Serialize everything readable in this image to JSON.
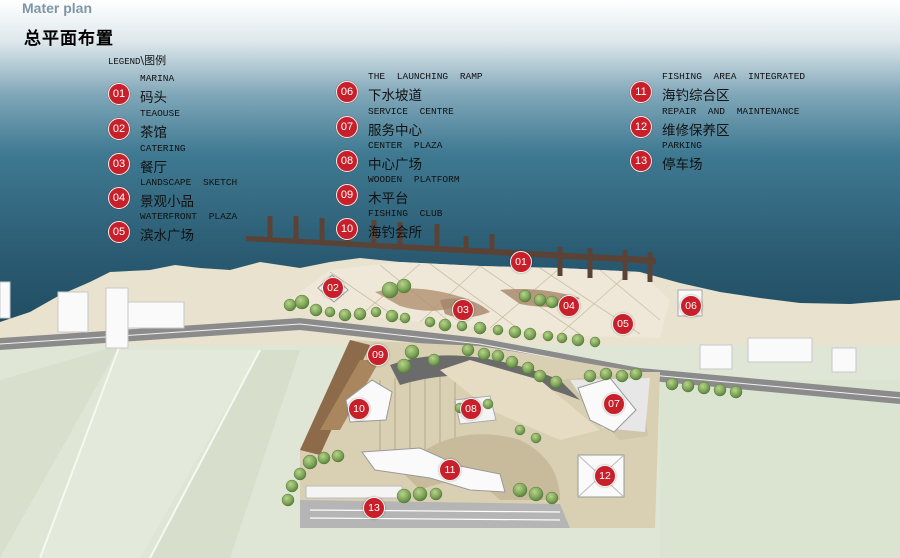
{
  "title_en": "Mater plan",
  "title_cn": "总平面布置",
  "legend_heading_en": "LEGEND",
  "legend_heading_sep": "\\",
  "legend_heading_cn": "图例",
  "legend": [
    {
      "num": "01",
      "en": "MARINA",
      "cn": "码头"
    },
    {
      "num": "02",
      "en": "TEAOUSE",
      "cn": "茶馆"
    },
    {
      "num": "03",
      "en": "CATERING",
      "cn": "餐厅"
    },
    {
      "num": "04",
      "en": "LANDSCAPE SKETCH",
      "cn": "景观小品"
    },
    {
      "num": "05",
      "en": "WATERFRONT PLAZA",
      "cn": "滨水广场"
    },
    {
      "num": "06",
      "en": "THE LAUNCHING RAMP",
      "cn": "下水坡道"
    },
    {
      "num": "07",
      "en": "SERVICE CENTRE",
      "cn": "服务中心"
    },
    {
      "num": "08",
      "en": "CENTER PLAZA",
      "cn": "中心广场"
    },
    {
      "num": "09",
      "en": "WOODEN PLATFORM",
      "cn": "木平台"
    },
    {
      "num": "10",
      "en": "FISHING CLUB",
      "cn": "海钓会所"
    },
    {
      "num": "11",
      "en": "FISHING AREA INTEGRATED",
      "cn": "海钓综合区"
    },
    {
      "num": "12",
      "en": "REPAIR AND MAINTENANCE",
      "cn": "维修保养区"
    },
    {
      "num": "13",
      "en": "PARKING",
      "cn": "停车场"
    }
  ],
  "map_markers": [
    "01",
    "02",
    "03",
    "04",
    "05",
    "06",
    "07",
    "08",
    "09",
    "10",
    "11",
    "12",
    "13"
  ],
  "colors": {
    "sea_top": "#2f5f77",
    "sea_mid": "#3f7a92",
    "sea_bottom": "#1f4a60",
    "marker_red": "#c8202a",
    "land": "#e9e2cf",
    "field": "#dfe6d6",
    "road": "#8b8b8b",
    "pier": "#5a4336",
    "tree": "#7fa55a"
  }
}
